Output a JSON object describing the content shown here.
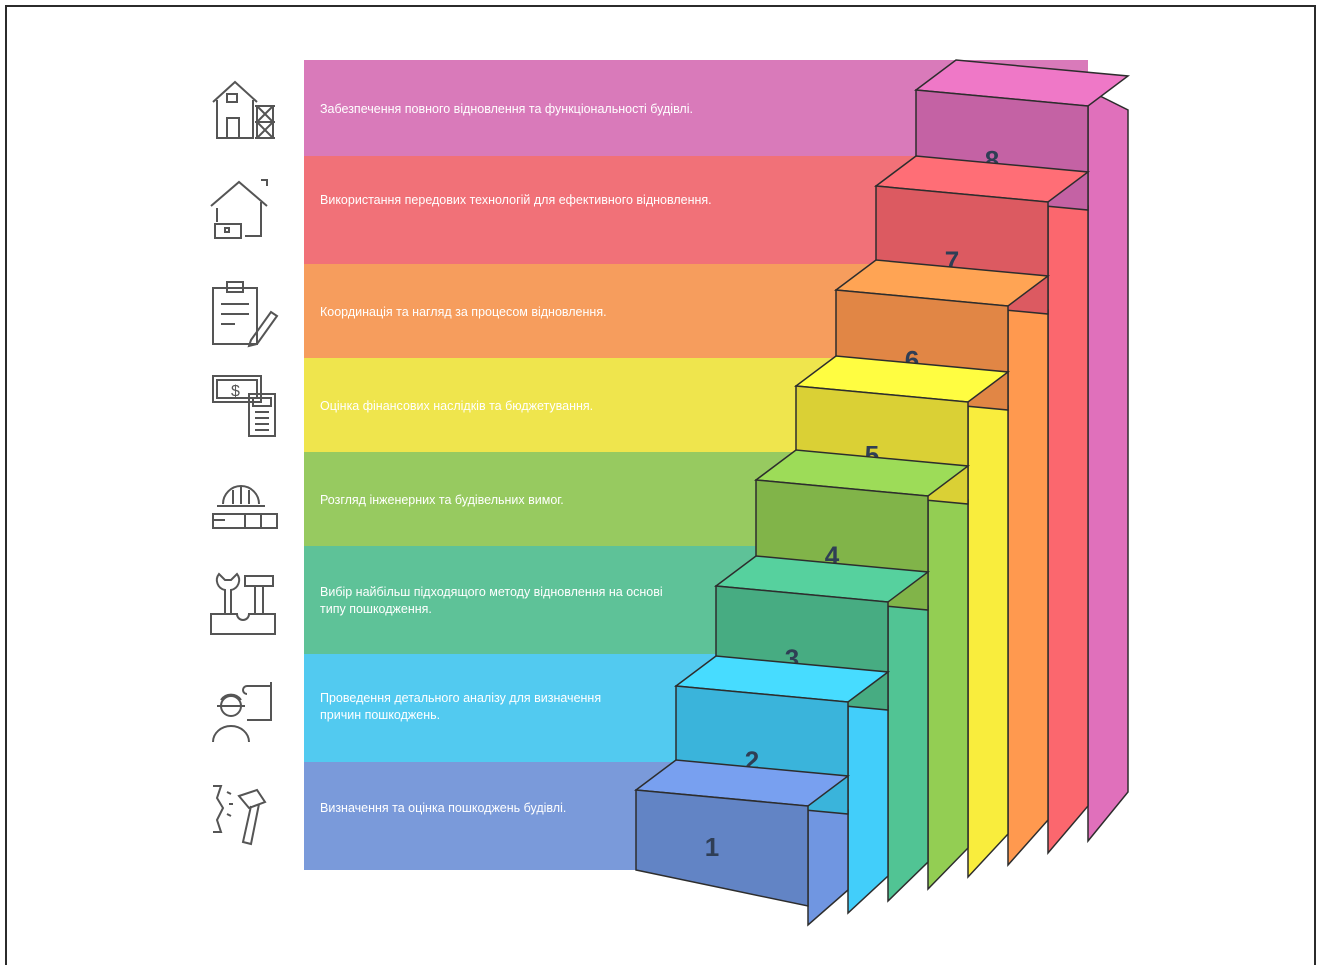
{
  "steps": [
    {
      "number": "1",
      "text": "Визначення та оцінка пошкоджень будівлі.",
      "color": "#6b8fd6",
      "icon": "hammer-crack-icon"
    },
    {
      "number": "2",
      "text": "Проведення детального аналізу для визначення причин пошкоджень.",
      "color": "#3fc4ee",
      "icon": "engineer-blueprint-icon"
    },
    {
      "number": "3",
      "text": "Вибір найбільш підходящого методу відновлення на основі типу пошкодження.",
      "color": "#4dbb8d",
      "icon": "toolbox-icon"
    },
    {
      "number": "4",
      "text": "Розгляд інженерних та будівельних вимог.",
      "color": "#8cc44f",
      "icon": "hardhat-ruler-icon"
    },
    {
      "number": "5",
      "text": "Оцінка фінансових наслідків та бюджетування.",
      "color": "#ede23a",
      "icon": "money-calculator-icon"
    },
    {
      "number": "6",
      "text": "Координація та нагляд за процесом відновлення.",
      "color": "#f5924b",
      "icon": "clipboard-pencil-icon"
    },
    {
      "number": "7",
      "text": "Використання передових технологій для ефективного відновлення.",
      "color": "#ef6269",
      "icon": "smart-home-icon"
    },
    {
      "number": "8",
      "text": "Забезпечення повного відновлення та функціональності будівлі.",
      "color": "#d56bb2",
      "icon": "house-scaffold-icon"
    }
  ]
}
